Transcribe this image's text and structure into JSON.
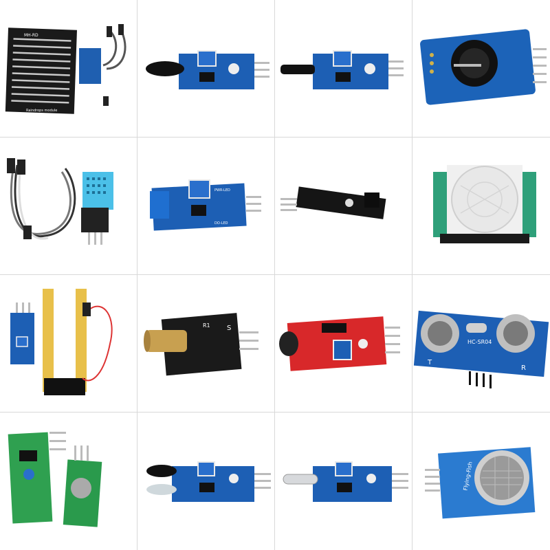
{
  "image": {
    "layout": "4x4 grid of sensor module product photos",
    "modules": [
      {
        "name": "raindrops-module",
        "labels": [
          "MH-RD",
          "Raindrops module"
        ]
      },
      {
        "name": "flame-sensor-module",
        "labels": []
      },
      {
        "name": "vibration-sensor-module",
        "labels": []
      },
      {
        "name": "rtc-module",
        "labels": []
      },
      {
        "name": "dht11-module",
        "labels": []
      },
      {
        "name": "relay-sensor-module",
        "labels": [
          "PWR-LED",
          "DO-LED"
        ]
      },
      {
        "name": "ir-tracking-module",
        "labels": []
      },
      {
        "name": "pir-motion-module",
        "labels": []
      },
      {
        "name": "soil-moisture-module",
        "labels": []
      },
      {
        "name": "laser-module",
        "labels": [
          "S",
          "R1"
        ]
      },
      {
        "name": "sound-sensor-module",
        "labels": []
      },
      {
        "name": "ultrasonic-module",
        "labels": [
          "HC-SR04",
          "T",
          "R"
        ]
      },
      {
        "name": "rf-transmitter-module",
        "labels": []
      },
      {
        "name": "flame-ir-sensor-module",
        "labels": []
      },
      {
        "name": "reed-switch-module",
        "labels": []
      },
      {
        "name": "gas-sensor-module",
        "labels": [
          "Flying-Fish"
        ]
      }
    ]
  }
}
